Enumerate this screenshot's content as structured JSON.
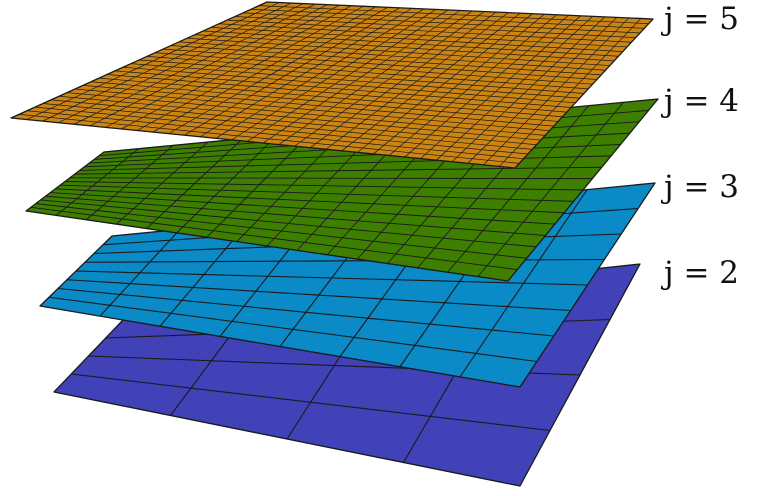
{
  "layers": [
    {
      "label": "j = 2",
      "cells": 4,
      "color": "#4141b8"
    },
    {
      "label": "j = 3",
      "cells": 8,
      "color": "#0a8ac6"
    },
    {
      "label": "j = 4",
      "cells": 16,
      "color": "#3f7f00"
    },
    {
      "label": "j = 5",
      "cells": 32,
      "color": "#cc8412"
    }
  ],
  "grid_line_color": "#1a1a1a",
  "background": "#ffffff"
}
